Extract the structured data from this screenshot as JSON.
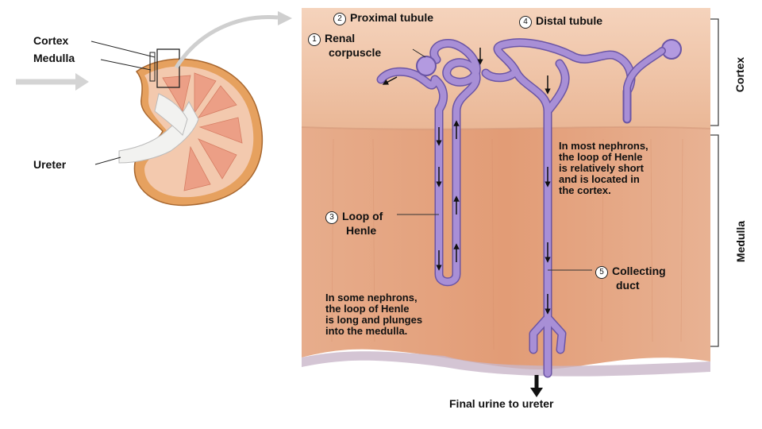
{
  "kidney": {
    "labels": {
      "cortex": "Cortex",
      "medulla": "Medulla",
      "ureter": "Ureter"
    }
  },
  "nephron": {
    "proximal_tubule": {
      "num": "2",
      "text": "Proximal tubule"
    },
    "distal_tubule": {
      "num": "4",
      "text": "Distal tubule"
    },
    "renal_corpuscle": {
      "num": "1",
      "line1": "Renal",
      "line2": "corpuscle"
    },
    "loop_of_henle": {
      "num": "3",
      "line1": "Loop of",
      "line2": "Henle"
    },
    "collecting_duct": {
      "num": "5",
      "line1": "Collecting",
      "line2": "duct"
    },
    "note_short_loop": [
      "In most nephrons,",
      "the loop of Henle",
      "is relatively short",
      "and is located in",
      "the cortex."
    ],
    "note_long_loop": [
      "In some nephrons,",
      "the loop of Henle",
      "is long and plunges",
      "into the medulla."
    ],
    "final_urine": "Final urine to ureter"
  },
  "regions": {
    "cortex": "Cortex",
    "medulla": "Medulla"
  },
  "colors": {
    "cortex_tissue": "#f1c3a4",
    "medulla_tissue": "#e4a27e",
    "tubule": "#a88fd6",
    "tubule_stroke": "#6b55a5",
    "kidney_outer": "#e6a15f"
  }
}
